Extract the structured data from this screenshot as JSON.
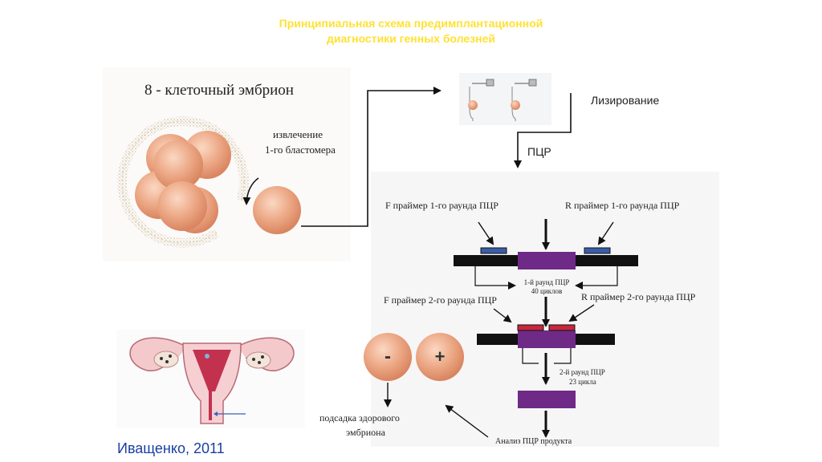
{
  "title": {
    "line1": "Принципиальная схема предимплантационной",
    "line2": "диагностики генных болезней"
  },
  "embryo_panel": {
    "heading": "8 - клеточный эмбрион",
    "extraction_line1": "извлечение",
    "extraction_line2": "1-го бластомера"
  },
  "lysis_label": "Лизирование",
  "pcr_label": "ПЦР",
  "pcr_panel": {
    "f_primer_round1": "F праймер 1-го раунда ПЦР",
    "r_primer_round1": "R праймер 1-го раунда ПЦР",
    "round1_line1": "1-й раунд ПЦР",
    "round1_line2": "40 циклов",
    "f_primer_round2": "F праймер 2-го раунда ПЦР",
    "r_primer_round2": "R праймер 2-го раунда ПЦР",
    "round2_line1": "2-й раунд ПЦР",
    "round2_line2": "23 цикла",
    "analysis": "Анализ ПЦР продукта"
  },
  "results": {
    "negative_sign": "-",
    "positive_sign": "+",
    "transfer_line1": "подсадка здорового",
    "transfer_line2": "эмбриона"
  },
  "author": "Иващенко, 2011",
  "colors": {
    "title": "#ffe135",
    "cell": "#e9a47f",
    "dna_target": "#6e2a86",
    "primer_round1": "#3a5ea8",
    "primer_round2": "#c8283c"
  }
}
